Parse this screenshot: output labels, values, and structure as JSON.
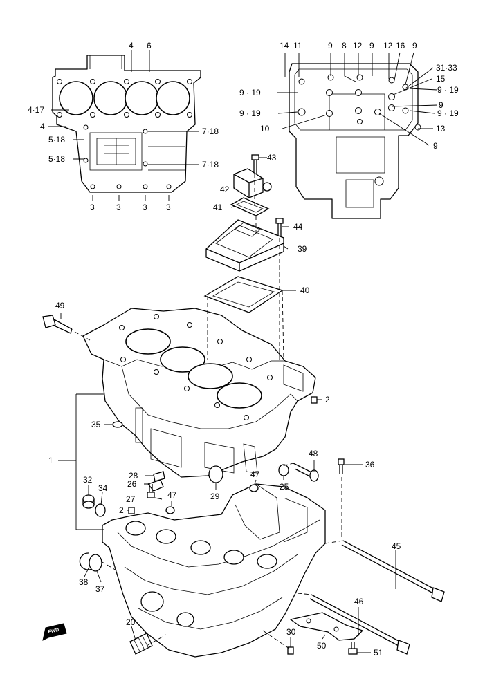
{
  "labels": {
    "p4a": "4",
    "p6": "6",
    "p4_17": "4·17",
    "p4b": "4",
    "p5_18a": "5·18",
    "p5_18b": "5·18",
    "p7_18a": "7·18",
    "p7_18b": "7·18",
    "p3a": "3",
    "p3b": "3",
    "p3c": "3",
    "p3d": "3",
    "p14": "14",
    "p11": "11",
    "p9a": "9",
    "p8": "8",
    "p12a": "12",
    "p9b": "9",
    "p12b": "12",
    "p16": "16",
    "p9c": "9",
    "p31_33": "31·33",
    "p15": "15",
    "p9_19a": "9 · 19",
    "p9_19b": "9 · 19",
    "p9_19c": "9 · 19",
    "p9_19d": "9 · 19",
    "p9d": "9",
    "p10": "10",
    "p13": "13",
    "p9e": "9",
    "p43": "43",
    "p42": "42",
    "p41": "41",
    "p44": "44",
    "p39": "39",
    "p40": "40",
    "p49": "49",
    "p2a": "2",
    "p35": "35",
    "p1": "1",
    "p48": "48",
    "p36": "36",
    "p28": "28",
    "p26": "26",
    "p47a": "47",
    "p25": "25",
    "p32": "32",
    "p34": "34",
    "p27": "27",
    "p47b": "47",
    "p29": "29",
    "p2b": "2",
    "p45": "45",
    "p38": "38",
    "p37": "37",
    "p46": "46",
    "p20": "20",
    "p30": "30",
    "p50": "50",
    "p51": "51"
  },
  "fwd_badge": "FWD"
}
